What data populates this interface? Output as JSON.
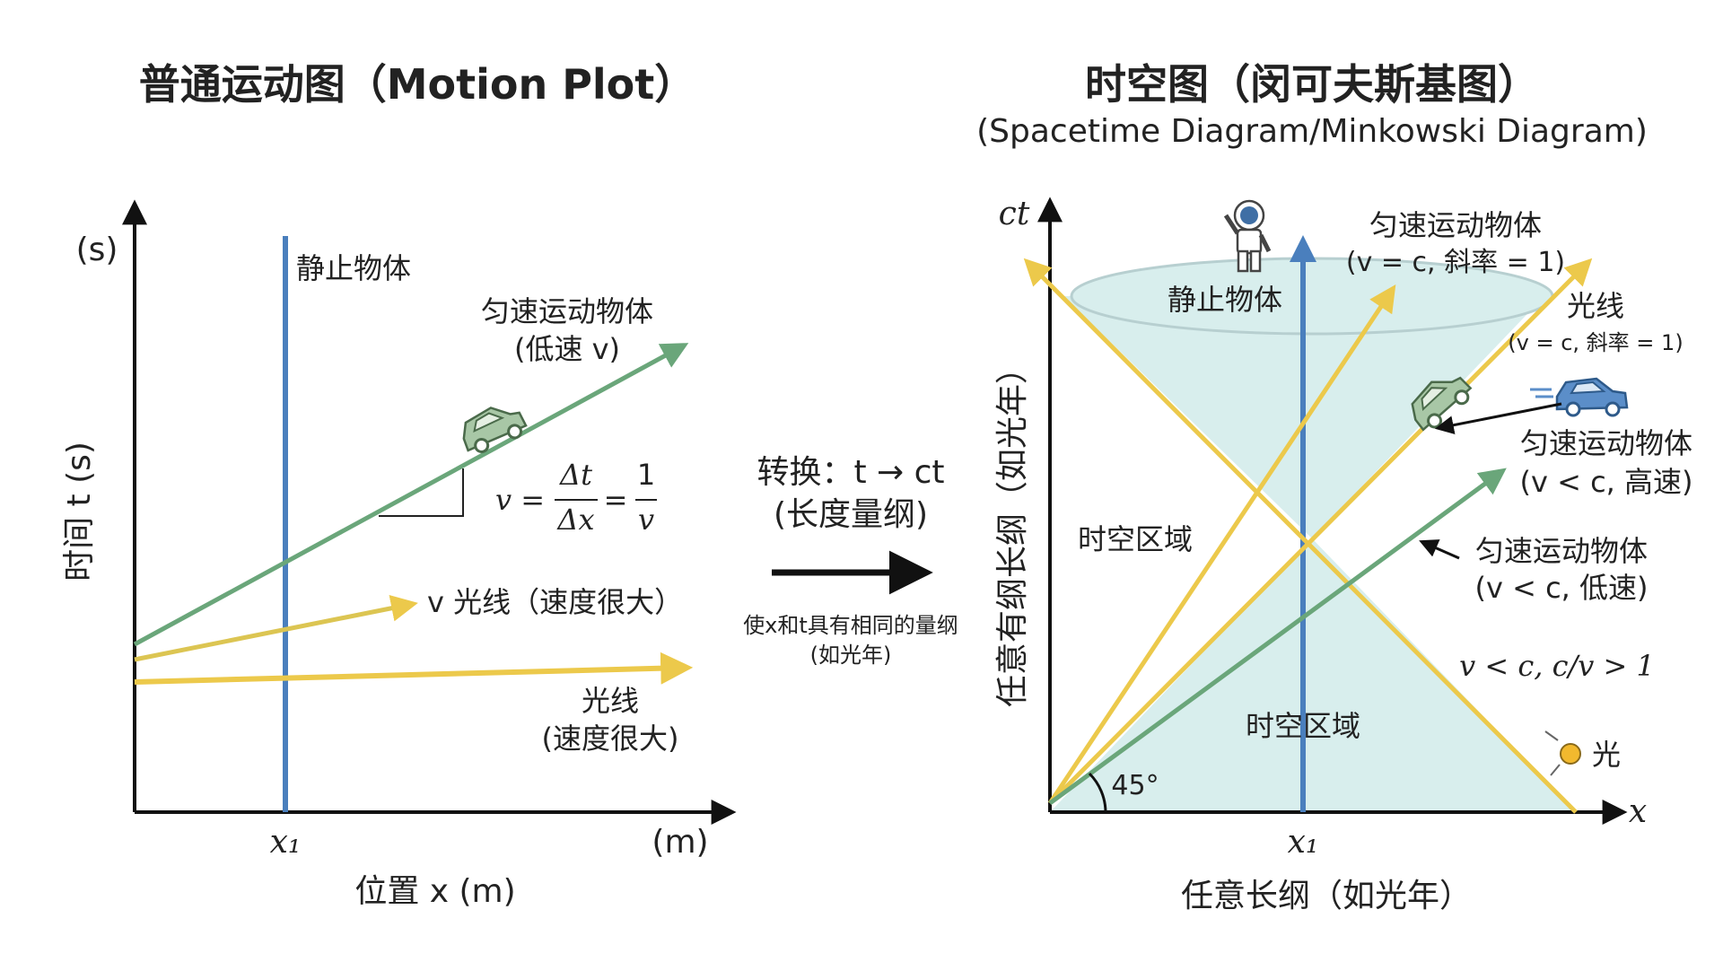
{
  "left": {
    "title": "普通运动图（Motion Plot）",
    "y_unit": "(s)",
    "y_axis_label": "时间 t (s)",
    "x_unit": "(m)",
    "x_axis_label": "位置 x (m)",
    "x1_label": "x₁",
    "rest_label": "静止物体",
    "uniform_label_1": "匀速运动物体",
    "uniform_label_2": "(低速 v)",
    "formula_v": "v =",
    "formula_dt": "Δt",
    "formula_dx": "Δx",
    "formula_eq": "=",
    "formula_one": "1",
    "formula_vv": "v",
    "fast_label": "v 光线（速度很大）",
    "light_label_1": "光线",
    "light_label_2": "(速度很大)"
  },
  "middle": {
    "convert_label": "转换：t → ct",
    "dimension_label": "(长度量纲)",
    "note_1": "使x和t具有相同的量纲",
    "note_2": "(如光年)"
  },
  "right": {
    "title": "时空图（闵可夫斯基图）",
    "subtitle": "(Spacetime Diagram/Minkowski Diagram)",
    "y_axis_top": "ct",
    "y_axis_label": "任意有纲长纲（如光年）",
    "x_axis_end": "x",
    "x_axis_label": "任意长纲（如光年）",
    "x1_label": "x₁",
    "rest_label": "静止物体",
    "uniform_c_1": "匀速运动物体",
    "uniform_c_2": "(v = c, 斜率 = 1)",
    "light_1": "光线",
    "light_2": "(v = c, 斜率 = 1)",
    "fast_1": "匀速运动物体",
    "fast_2": "(v < c, 高速)",
    "slow_1": "匀速运动物体",
    "slow_2": "(v < c, 低速)",
    "cond": "v < c,  c/v > 1",
    "region_upper": "时空区域",
    "region_lower": "时空区域",
    "angle": "45°",
    "photon_label": "光"
  },
  "colors": {
    "blue": "#4a7fbd",
    "green": "#6aa67a",
    "yellow": "#ecc94b",
    "cone_fill": "#d8eeed",
    "axis": "#111111"
  }
}
